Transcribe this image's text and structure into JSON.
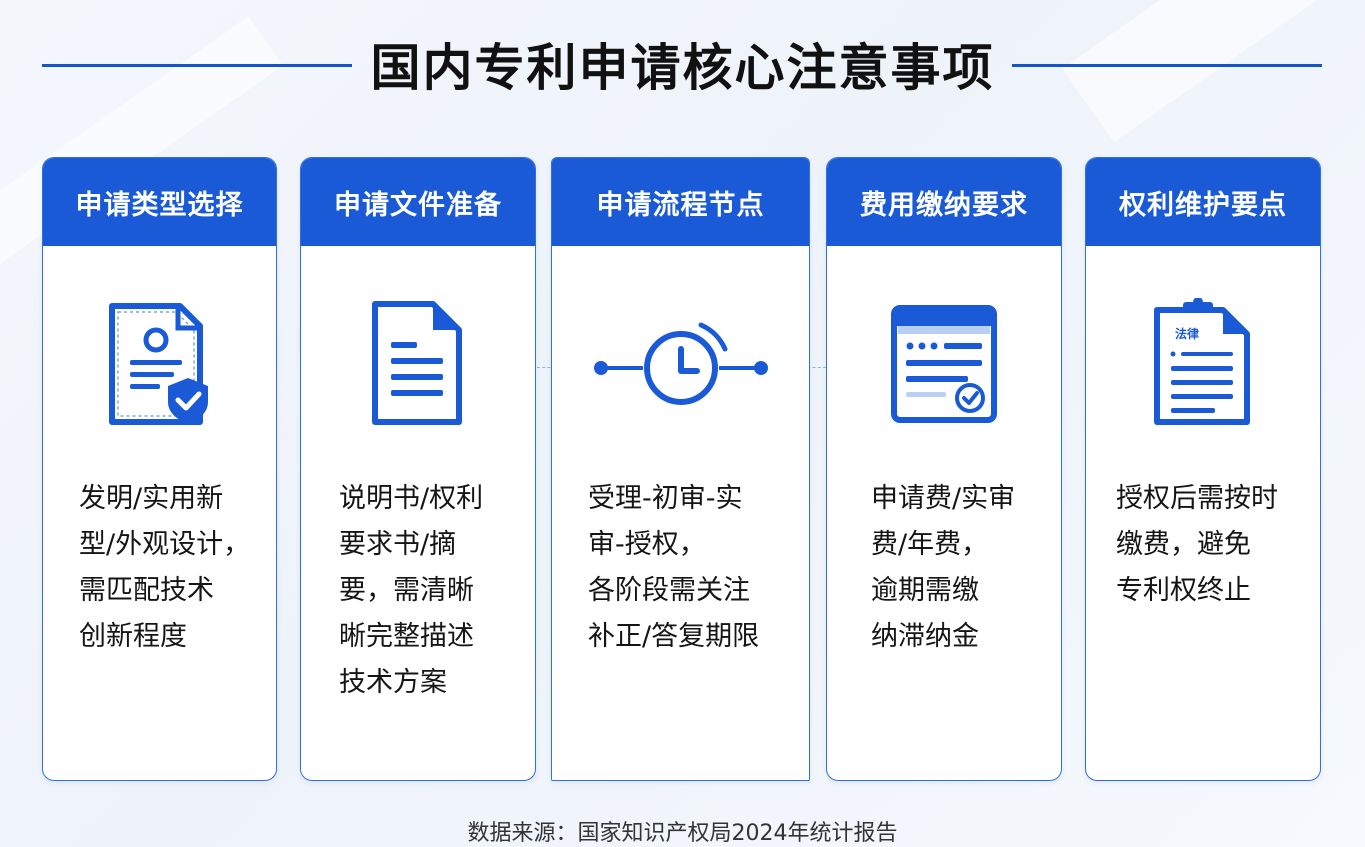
{
  "title": "国内专利申请核心注意事项",
  "cards": [
    {
      "header": "申请类型选择",
      "icon": "certificate-shield-icon",
      "body": "发明/实用新\n型/外观设计，\n需匹配技术\n创新程度"
    },
    {
      "header": "申请文件准备",
      "icon": "document-icon",
      "body": "说明书/权利\n要求书/摘\n要，需清晰\n晰完整描述\n技术方案"
    },
    {
      "header": "申请流程节点",
      "icon": "clock-timeline-icon",
      "body": "受理-初审-实\n审-授权，\n各阶段需关注\n补正/答复期限"
    },
    {
      "header": "费用缴纳要求",
      "icon": "invoice-check-icon",
      "body": "申请费/实审\n费/年费，\n  逾期需缴\n纳滞纳金"
    },
    {
      "header": "权利维护要点",
      "icon": "legal-document-icon",
      "icon_label": "法律",
      "body": "授权后需按时\n缴费，避免\n专利权终止"
    }
  ],
  "source": "数据来源：国家知识产权局2024年统计报告",
  "colors": {
    "primary": "#1a5ad6",
    "border": "#2f6fe0",
    "title_line": "#1456c8"
  }
}
